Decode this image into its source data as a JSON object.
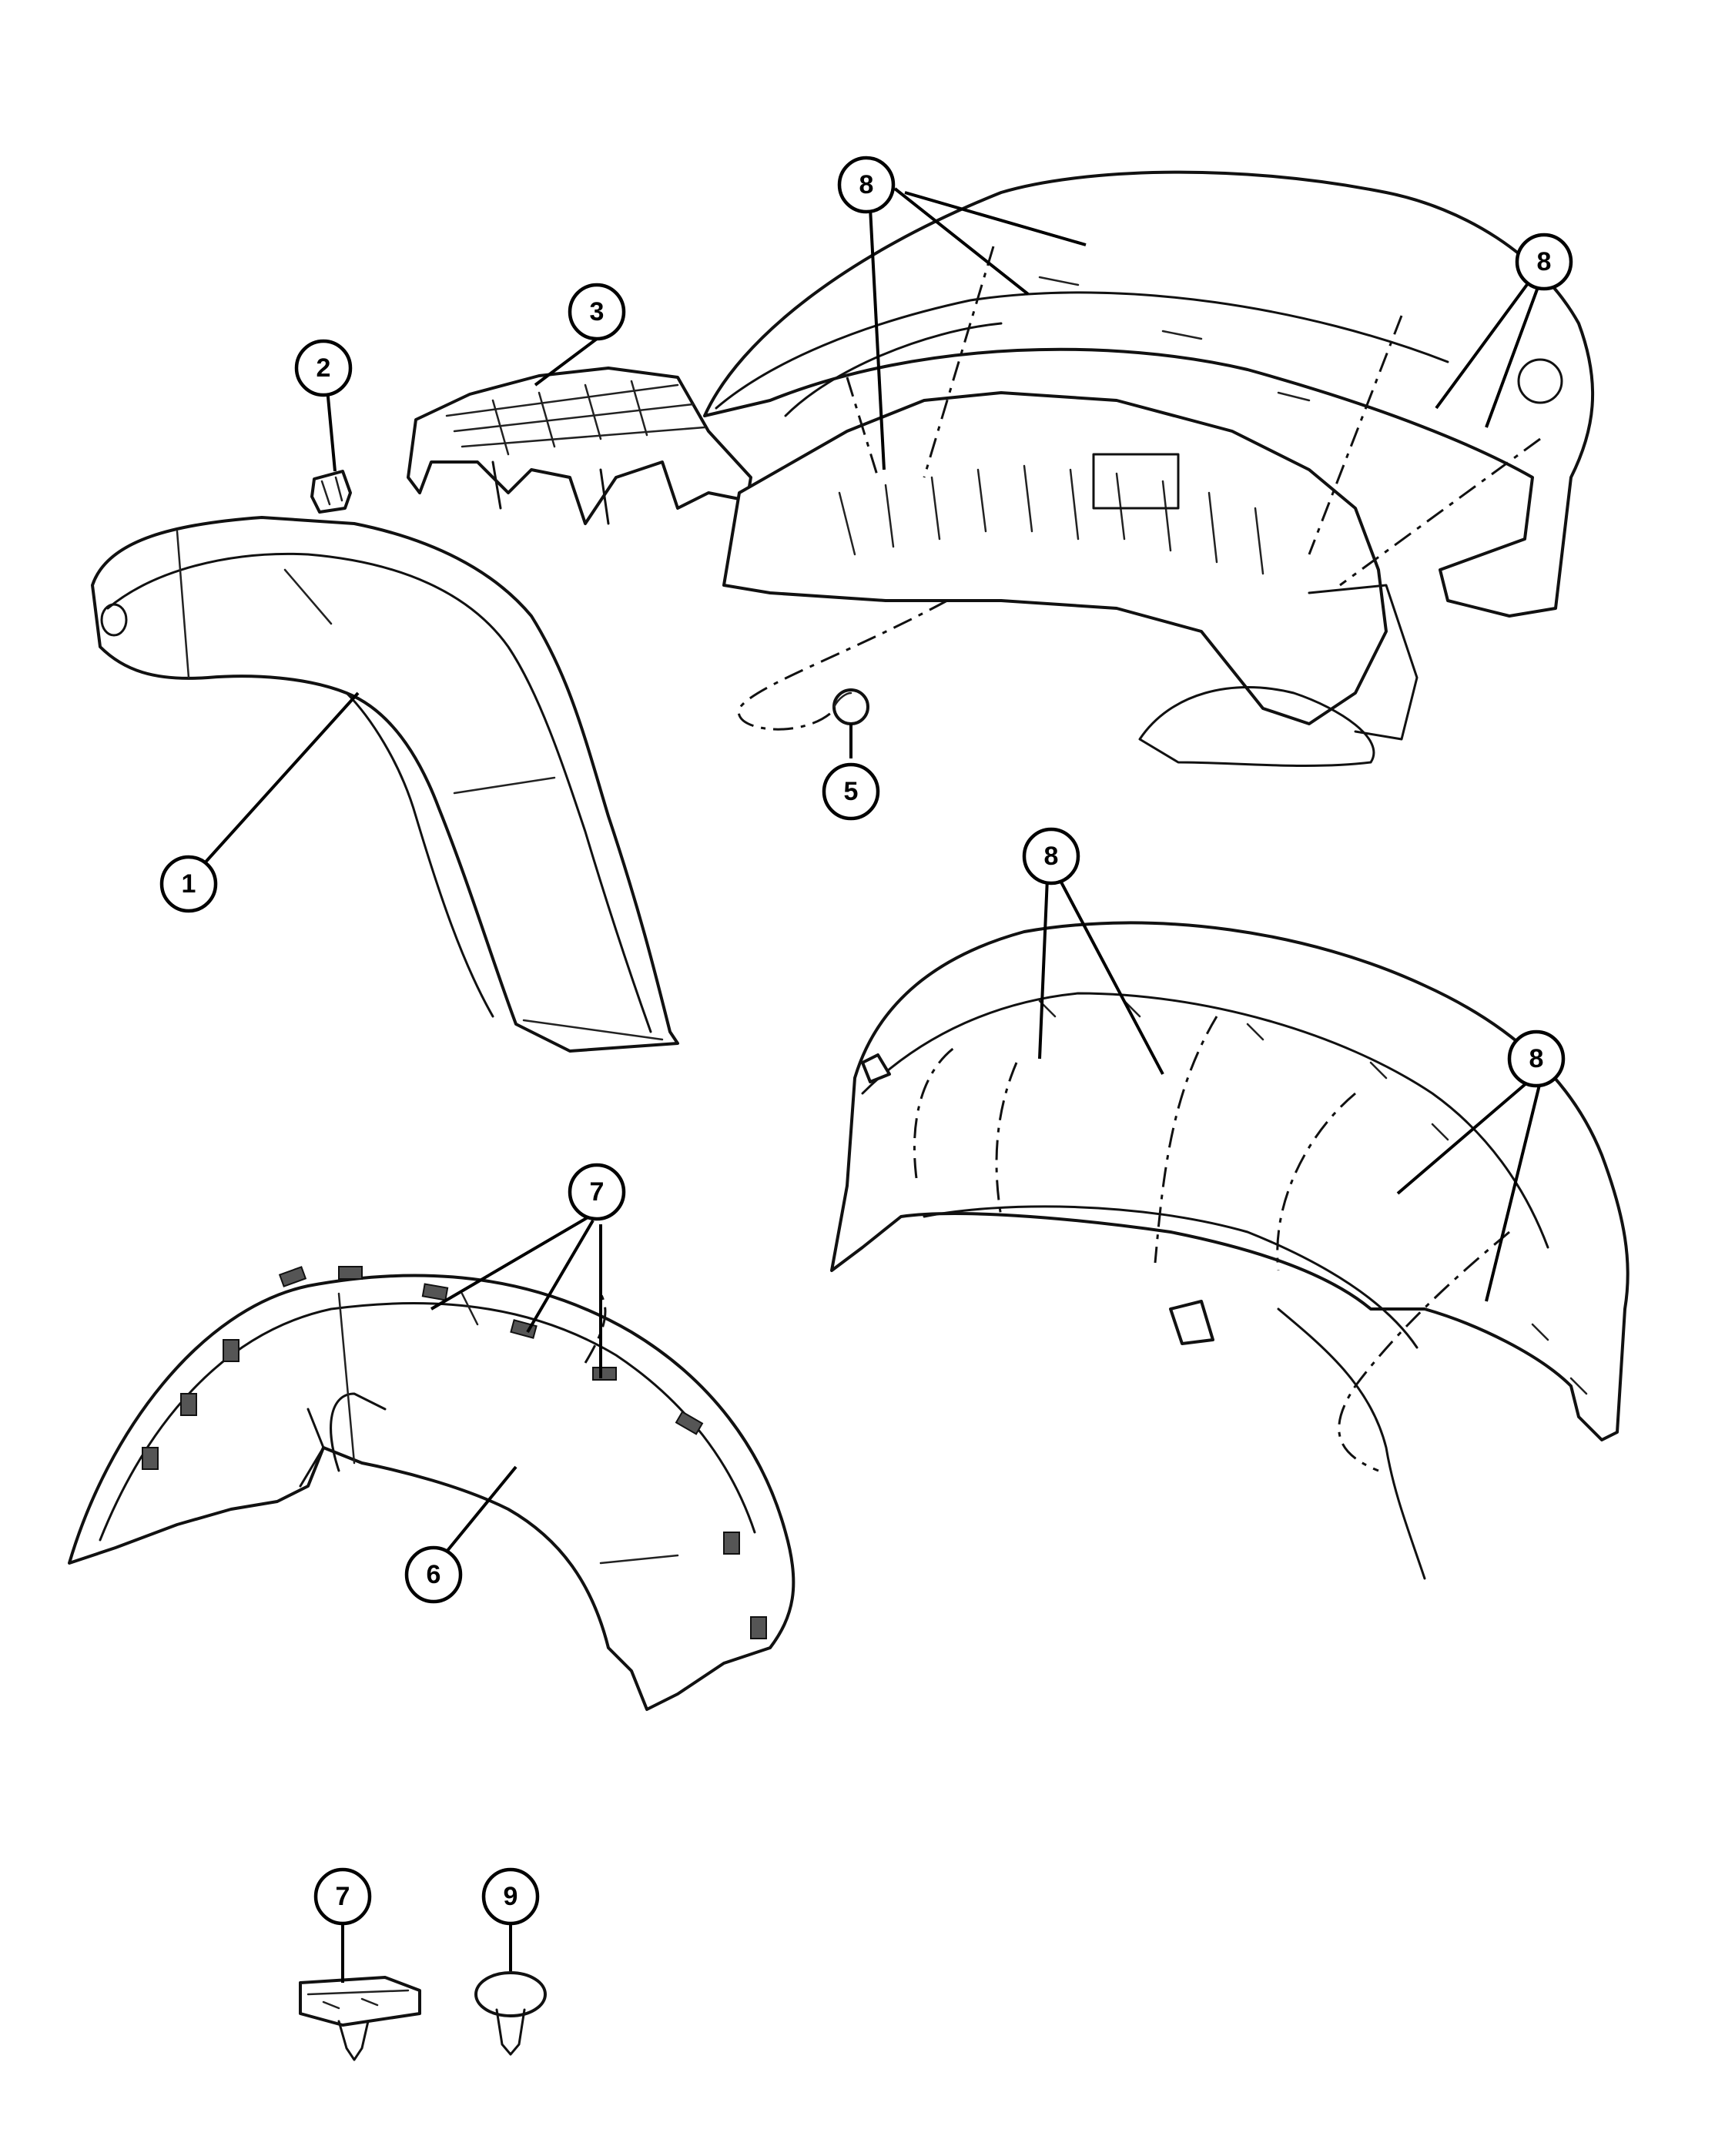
{
  "callouts": {
    "c1": "1",
    "c2": "2",
    "c3": "3",
    "c5": "5",
    "c6": "6",
    "c7_top": "7",
    "c7_detail": "7",
    "c8_a": "8",
    "c8_b": "8",
    "c8_c": "8",
    "c8_d": "8",
    "c9": "9"
  },
  "parts": [
    {
      "ref": "1",
      "depicts": "fender-flare"
    },
    {
      "ref": "2",
      "depicts": "clip"
    },
    {
      "ref": "3",
      "depicts": "bracket"
    },
    {
      "ref": "5",
      "depicts": "plug"
    },
    {
      "ref": "6",
      "depicts": "fender-flare-inner-view"
    },
    {
      "ref": "7",
      "depicts": "retainer-clip"
    },
    {
      "ref": "8",
      "depicts": "push-pin-fastener"
    },
    {
      "ref": "9",
      "depicts": "push-pin-rivet"
    }
  ],
  "colors": {
    "line": "#111111",
    "background": "#ffffff"
  }
}
